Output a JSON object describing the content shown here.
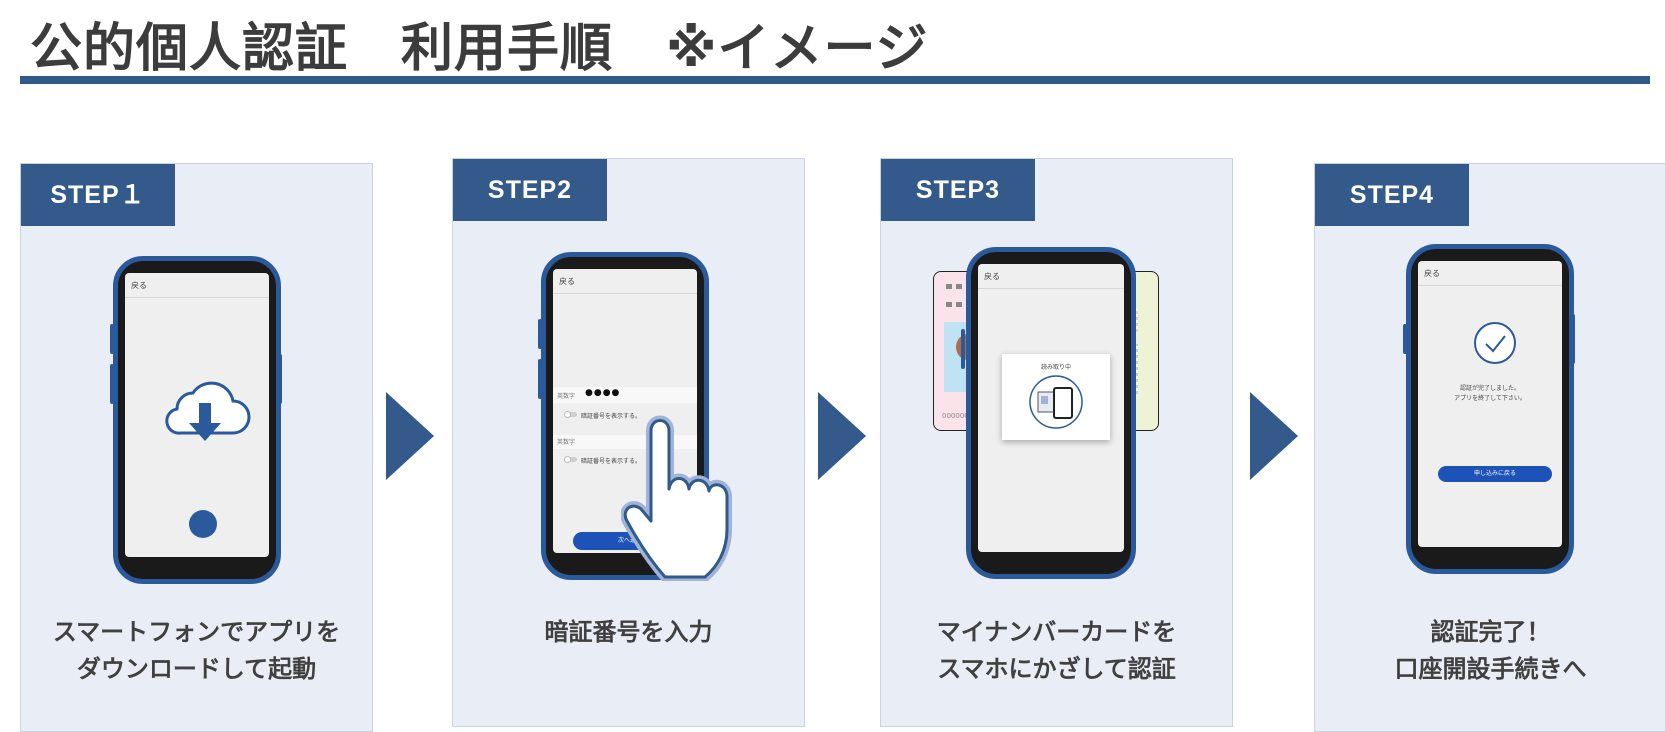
{
  "title": "公的個人認証　利用手順　※イメージ",
  "colors": {
    "accent": "#335a8a",
    "panel_bg": "#e9eef6",
    "phone_frame": "#2b5a9c",
    "button_blue": "#1d52b8"
  },
  "steps": [
    {
      "label": "STEP１",
      "caption_lines": [
        "スマートフォンでアプリを",
        "ダウンロードして起動"
      ],
      "icon": "cloud-download-icon",
      "screen": {
        "back": "戻る"
      }
    },
    {
      "label": "STEP2",
      "caption_lines": [
        "暗証番号を入力"
      ],
      "icon": "hand-pointer-icon",
      "screen": {
        "back": "戻る",
        "field1_label": "英数字",
        "field1_value": "●●●●",
        "toggle1_text": "暗証番号を表示する。",
        "field2_label": "英数字",
        "toggle2_text": "暗証番号を表示する。",
        "button": "次へ進む"
      }
    },
    {
      "label": "STEP3",
      "caption_lines": [
        "マイナンバーカードを",
        "スマホにかざして認証"
      ],
      "icon": "nfc-card-icon",
      "screen": {
        "back": "戻る",
        "dialog": "読み取り中",
        "card_number": "000000"
      }
    },
    {
      "label": "STEP4",
      "caption_lines": [
        "認証完了！",
        "口座開設手続きへ"
      ],
      "icon": "check-circle-icon",
      "screen": {
        "back": "戻る",
        "message_line1": "認証が完了しました。",
        "message_line2": "アプリを終了して下さい。",
        "button": "申し込みに戻る"
      }
    }
  ]
}
